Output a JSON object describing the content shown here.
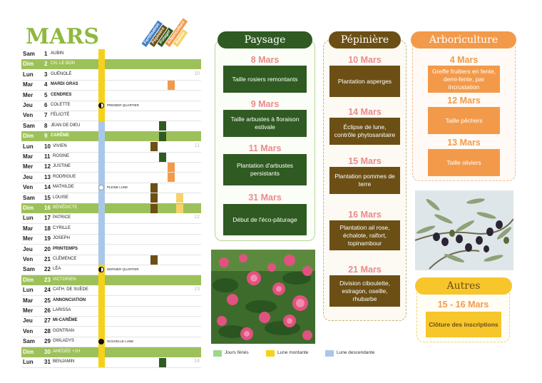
{
  "title": "MARS",
  "category_headers": [
    "Fertilisation",
    "Pépinière",
    "Potager",
    "Arboriculture",
    "Autres"
  ],
  "colors": {
    "fertilisation": "#3f7fc6",
    "pepiniere": "#6b4f14",
    "potager": "#2f5a21",
    "arboriculture": "#f39a4a",
    "autres": "#f7d26b",
    "sunday": "#9dc15a",
    "moon_rising": "#f6d11c",
    "moon_falling": "#a9c8e8"
  },
  "calendar": [
    {
      "day": "Sam",
      "num": "1",
      "saint": "Aubin",
      "week": ""
    },
    {
      "day": "Dim",
      "num": "2",
      "saint": "Ch. le Bon",
      "week": ""
    },
    {
      "day": "Lun",
      "num": "3",
      "saint": "Guénolé",
      "week": "10"
    },
    {
      "day": "Mar",
      "num": "4",
      "saint": "Mardi Gras",
      "week": ""
    },
    {
      "day": "Mer",
      "num": "5",
      "saint": "Cendres",
      "week": ""
    },
    {
      "day": "Jeu",
      "num": "6",
      "saint": "Colette",
      "week": ""
    },
    {
      "day": "Ven",
      "num": "7",
      "saint": "Félicité",
      "week": ""
    },
    {
      "day": "Sam",
      "num": "8",
      "saint": "Jean de Dieu",
      "week": ""
    },
    {
      "day": "Dim",
      "num": "9",
      "saint": "Carême",
      "week": ""
    },
    {
      "day": "Lun",
      "num": "10",
      "saint": "Vivien",
      "week": "11"
    },
    {
      "day": "Mar",
      "num": "11",
      "saint": "Rosine",
      "week": ""
    },
    {
      "day": "Mer",
      "num": "12",
      "saint": "Justine",
      "week": ""
    },
    {
      "day": "Jeu",
      "num": "13",
      "saint": "Rodrigue",
      "week": ""
    },
    {
      "day": "Ven",
      "num": "14",
      "saint": "Mathilde",
      "week": ""
    },
    {
      "day": "Sam",
      "num": "15",
      "saint": "Louise",
      "week": ""
    },
    {
      "day": "Dim",
      "num": "16",
      "saint": "Bénédicte",
      "week": ""
    },
    {
      "day": "Lun",
      "num": "17",
      "saint": "Patrice",
      "week": "12"
    },
    {
      "day": "Mar",
      "num": "18",
      "saint": "Cyrille",
      "week": ""
    },
    {
      "day": "Mer",
      "num": "19",
      "saint": "Joseph",
      "week": ""
    },
    {
      "day": "Jeu",
      "num": "20",
      "saint": "Printemps",
      "week": ""
    },
    {
      "day": "Ven",
      "num": "21",
      "saint": "Clémence",
      "week": ""
    },
    {
      "day": "Sam",
      "num": "22",
      "saint": "Léa",
      "week": ""
    },
    {
      "day": "Dim",
      "num": "23",
      "saint": "Victorien",
      "week": ""
    },
    {
      "day": "Lun",
      "num": "24",
      "saint": "Cath. de Suède",
      "week": "13"
    },
    {
      "day": "Mar",
      "num": "25",
      "saint": "Annonciation",
      "week": ""
    },
    {
      "day": "Mer",
      "num": "26",
      "saint": "Larissa",
      "week": ""
    },
    {
      "day": "Jeu",
      "num": "27",
      "saint": "Mi-Carême",
      "week": ""
    },
    {
      "day": "Ven",
      "num": "28",
      "saint": "Gontran",
      "week": ""
    },
    {
      "day": "Sam",
      "num": "29",
      "saint": "Gwladys",
      "week": ""
    },
    {
      "day": "Dim",
      "num": "30",
      "saint": "Amédée +1h",
      "week": ""
    },
    {
      "day": "Lun",
      "num": "31",
      "saint": "Benjamin",
      "week": "14"
    }
  ],
  "moon_phases": [
    {
      "label": "Premier quartier",
      "day": 6
    },
    {
      "label": "Pleine lune",
      "day": 14
    },
    {
      "label": "Dernier quartier",
      "day": 22
    },
    {
      "label": "Nouvelle lune",
      "day": 29
    }
  ],
  "paysage": {
    "header": "Paysage",
    "items": [
      {
        "date": "8 Mars",
        "text": "Taille rosiers remontants"
      },
      {
        "date": "9 Mars",
        "text": "Taille arbustes à floraison estivale"
      },
      {
        "date": "11 Mars",
        "text": "Plantation d'arbustes persistants"
      },
      {
        "date": "31 Mars",
        "text": "Début de l'éco-pâturage"
      }
    ]
  },
  "pepiniere": {
    "header": "Pépinière",
    "items": [
      {
        "date": "10 Mars",
        "text": "Plantation asperges"
      },
      {
        "date": "14 Mars",
        "text": "Éclipse de lune, contrôle phytosanitaire"
      },
      {
        "date": "15 Mars",
        "text": "Plantation pommes de terre"
      },
      {
        "date": "16 Mars",
        "text": "Plantation ail rose, échalote, raifort, topinambour"
      },
      {
        "date": "21 Mars",
        "text": "Division ciboulette, estragon, oseille, rhubarbe"
      }
    ]
  },
  "arboriculture": {
    "header": "Arboriculture",
    "items": [
      {
        "date": "4 Mars",
        "text": "Greffe fruitiers en fente, demi-fente, par incrustation"
      },
      {
        "date": "12 Mars",
        "text": "Taille pêchers"
      },
      {
        "date": "13 Mars",
        "text": "Taille oliviers"
      }
    ]
  },
  "autres": {
    "header": "Autres",
    "items": [
      {
        "date": "15 - 16 Mars",
        "text": "Clôture des inscriptions"
      }
    ]
  },
  "legend": [
    {
      "label": "Jours fériés",
      "color": "#9ed68c"
    },
    {
      "label": "Lune montante",
      "color": "#f6d11c"
    },
    {
      "label": "Lune descendante",
      "color": "#a9c8e8"
    }
  ]
}
